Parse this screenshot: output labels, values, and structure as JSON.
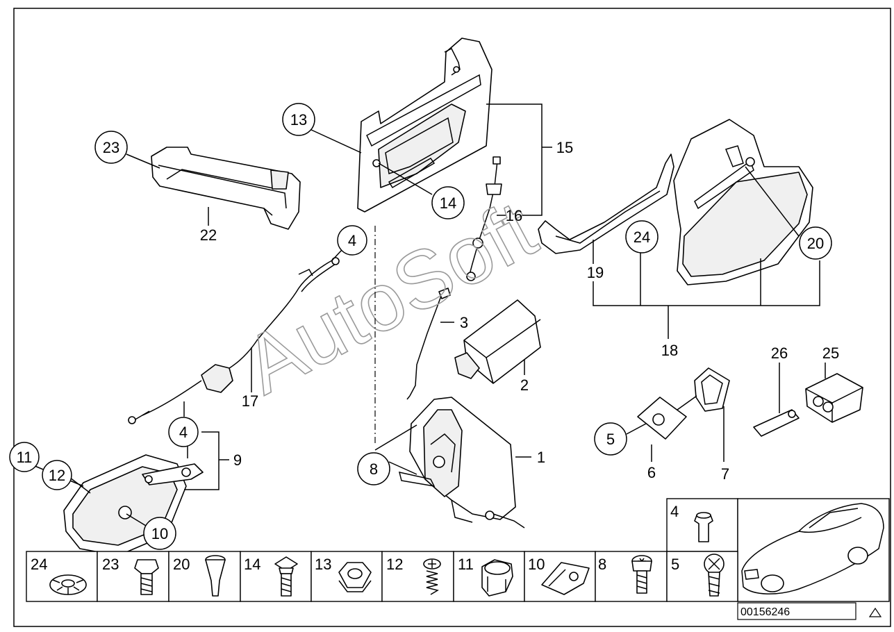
{
  "watermark": "AutoSoft",
  "diagram_number": "00156246",
  "callouts": [
    {
      "id": "c13",
      "label": "13"
    },
    {
      "id": "c23",
      "label": "23"
    },
    {
      "id": "c22",
      "label": "22"
    },
    {
      "id": "c14",
      "label": "14"
    },
    {
      "id": "c15",
      "label": "15"
    },
    {
      "id": "c16",
      "label": "16"
    },
    {
      "id": "c4a",
      "label": "4"
    },
    {
      "id": "c3",
      "label": "3"
    },
    {
      "id": "c2",
      "label": "2"
    },
    {
      "id": "c17",
      "label": "17"
    },
    {
      "id": "c4b",
      "label": "4"
    },
    {
      "id": "c9",
      "label": "9"
    },
    {
      "id": "c11",
      "label": "11"
    },
    {
      "id": "c12",
      "label": "12"
    },
    {
      "id": "c10",
      "label": "10"
    },
    {
      "id": "c8",
      "label": "8"
    },
    {
      "id": "c1",
      "label": "1"
    },
    {
      "id": "c19",
      "label": "19"
    },
    {
      "id": "c24",
      "label": "24"
    },
    {
      "id": "c20",
      "label": "20"
    },
    {
      "id": "c18",
      "label": "18"
    },
    {
      "id": "c26",
      "label": "26"
    },
    {
      "id": "c25",
      "label": "25"
    },
    {
      "id": "c5",
      "label": "5"
    },
    {
      "id": "c6",
      "label": "6"
    },
    {
      "id": "c7",
      "label": "7"
    }
  ],
  "hardware_strip": [
    {
      "label": "24",
      "icon": "push-nut-icon"
    },
    {
      "label": "23",
      "icon": "hex-bolt-icon"
    },
    {
      "label": "20",
      "icon": "plug-pin-icon"
    },
    {
      "label": "14",
      "icon": "flange-screw-icon"
    },
    {
      "label": "13",
      "icon": "hex-nut-icon"
    },
    {
      "label": "12",
      "icon": "spring-screw-icon"
    },
    {
      "label": "11",
      "icon": "grommet-icon"
    },
    {
      "label": "10",
      "icon": "clip-nut-icon"
    },
    {
      "label": "8",
      "icon": "torx-screw-icon"
    },
    {
      "label": "5",
      "icon": "cross-screw-icon"
    }
  ],
  "top_hardware": {
    "label": "4",
    "icon": "rubber-buffer-icon"
  },
  "car_icon": "vehicle-silhouette-icon"
}
